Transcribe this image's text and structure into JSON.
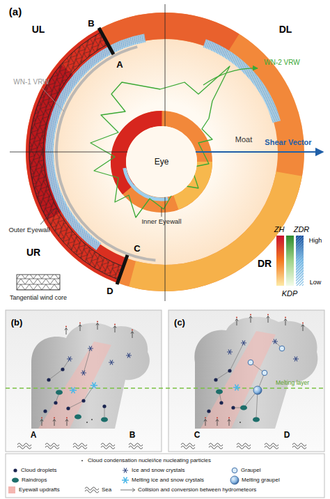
{
  "diagram": {
    "nodes": [
      {
        "text": [
          "Eye"
        ]
      }
    ],
    "labels": [
      "(a)",
      "UL",
      "B",
      "A",
      "DL",
      "WN-1 VRW",
      "WN-2 VRW",
      "Moat",
      "Shear Vector",
      "Outer Eyewall",
      "Inner Eyewall",
      "C",
      "D",
      "ZH",
      "ZDR",
      "High",
      "Low",
      "KDP",
      "UR",
      "DR",
      "(b)",
      "A",
      "B",
      "(c)",
      "C",
      "D",
      "Melting layer"
    ],
    "legend": [
      {
        "text": "Tangential wind core"
      },
      {
        "text": "Cloud condensation nuclei/ice nucleating particles"
      },
      {
        "text": "Cloud droplets"
      },
      {
        "text": "Ice and snow crystals"
      },
      {
        "text": "Graupel"
      },
      {
        "text": "Raindrops"
      },
      {
        "text": "Melting ice and snow crystals"
      },
      {
        "text": "Melting graupel"
      },
      {
        "text": "Eyewall updrafts"
      },
      {
        "text": "Sea"
      },
      {
        "text": "Collision and conversion between hydrometeors"
      }
    ]
  }
}
